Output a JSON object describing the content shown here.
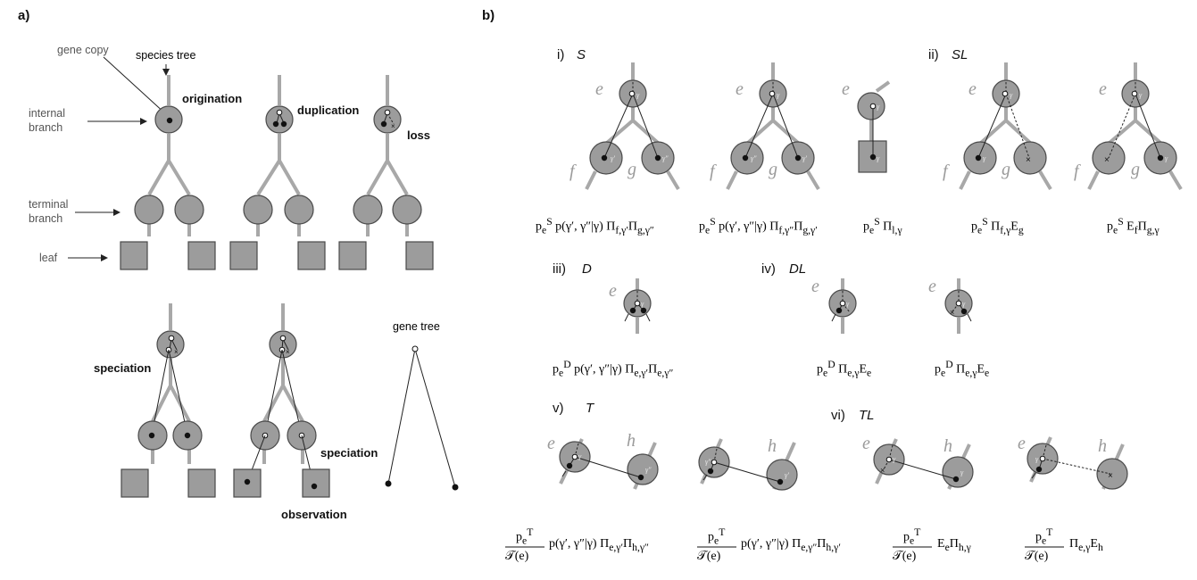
{
  "panel_a": {
    "label": "a)",
    "gene_copy": "gene copy",
    "species_tree": "species tree",
    "internal_branch_1": "internal",
    "internal_branch_2": "branch",
    "terminal_branch_1": "terminal",
    "terminal_branch_2": "branch",
    "leaf": "leaf",
    "origination": "origination",
    "duplication": "duplication",
    "loss": "loss",
    "speciation_1": "speciation",
    "speciation_2": "speciation",
    "observation": "observation",
    "gene_tree": "gene tree"
  },
  "panel_b": {
    "label": "b)",
    "sections": {
      "i": {
        "num": "i)",
        "name": "S"
      },
      "ii": {
        "num": "ii)",
        "name": "SL"
      },
      "iii": {
        "num": "iii)",
        "name": "D"
      },
      "iv": {
        "num": "iv)",
        "name": "DL"
      },
      "v": {
        "num": "v)",
        "name": "T"
      },
      "vi": {
        "num": "vi)",
        "name": "TL"
      }
    },
    "branch_labels": {
      "e": "e",
      "f": "f",
      "g": "g",
      "h": "h"
    },
    "formulas": {
      "S1": "p<sub>e</sub><sup>S</sup> p(γ′, γ″|γ) Π<sub>f,γ′</sub>Π<sub>g,γ″</sub>",
      "S2": "p<sub>e</sub><sup>S</sup> p(γ′, γ″|γ) Π<sub>f,γ″</sub>Π<sub>g,γ′</sub>",
      "S3": "p<sub>e</sub><sup>S</sup> Π<sub>l,γ</sub>",
      "SL1": "p<sub>e</sub><sup>S</sup> Π<sub>f,γ</sub>E<sub>g</sub>",
      "SL2": "p<sub>e</sub><sup>S</sup> E<sub>f</sub>Π<sub>g,γ</sub>",
      "D1": "p<sub>e</sub><sup>D</sup> p(γ′, γ″|γ) Π<sub>e,γ′</sub>Π<sub>e,γ″</sub>",
      "DL1": "p<sub>e</sub><sup>D</sup> Π<sub>e,γ</sub>E<sub>e</sub>",
      "DL2": "p<sub>e</sub><sup>D</sup> Π<sub>e,γ</sub>E<sub>e</sub>",
      "T1_tail": "p(γ′, γ″|γ) Π<sub>e,γ′</sub>Π<sub>h,γ″</sub>",
      "T2_tail": "p(γ′, γ″|γ) Π<sub>e,γ″</sub>Π<sub>h,γ′</sub>",
      "TL1_tail": "E<sub>e</sub>Π<sub>h,γ</sub>",
      "TL2_tail": "Π<sub>e,γ</sub>E<sub>h</sub>",
      "frac_num": "p<sub>e</sub><sup>T</sup>",
      "frac_den": "𝒯(e)"
    }
  }
}
